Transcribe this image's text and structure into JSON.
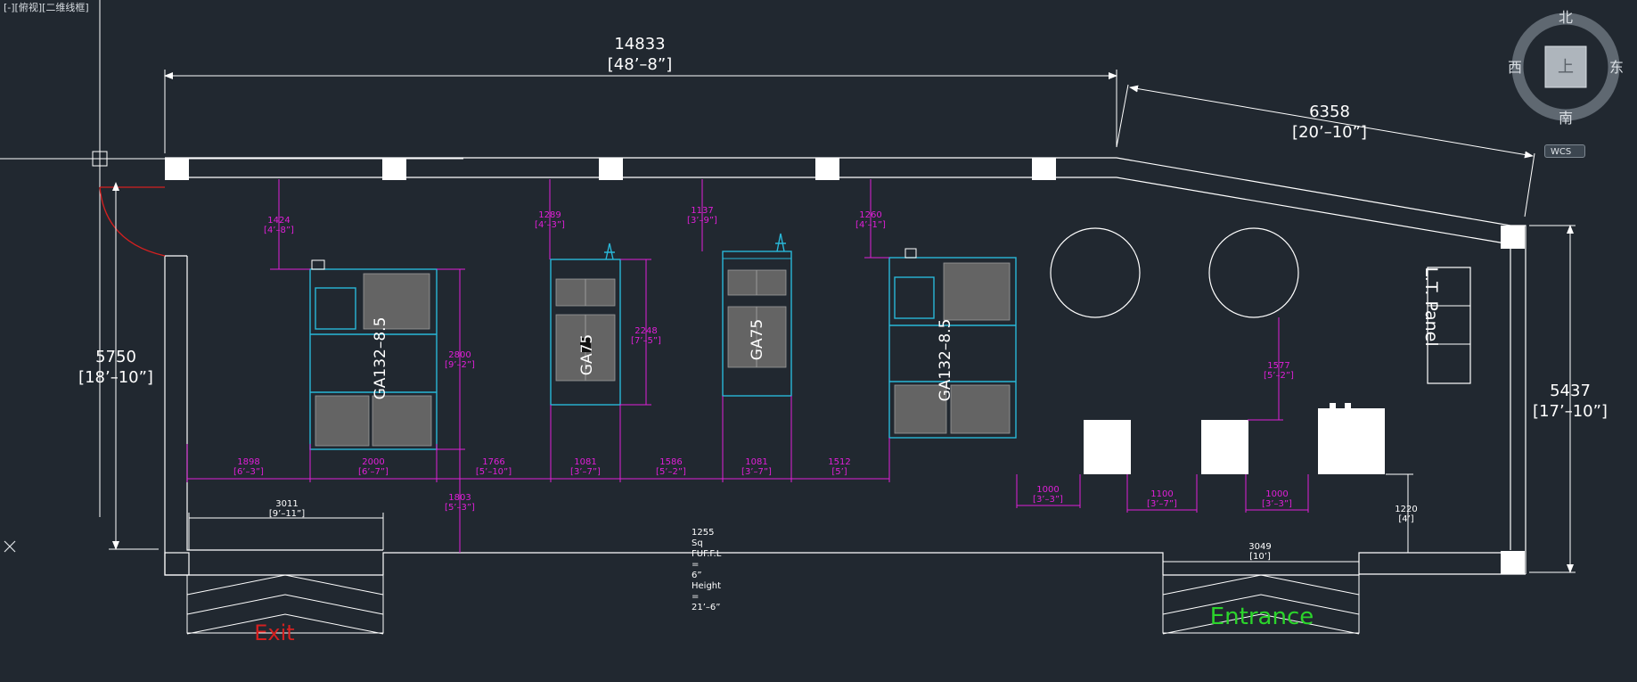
{
  "viewport": {
    "label": "[-][俯视][二维线框]"
  },
  "viewcube": {
    "north": "北",
    "south": "南",
    "east": "东",
    "west": "西",
    "face": "上",
    "wcs": "WCS"
  },
  "dimensions": {
    "top_length": {
      "mm": "14833",
      "ft": "[48’–8”]"
    },
    "diagonal": {
      "mm": "6358",
      "ft": "[20’–10”]"
    },
    "left_height": {
      "mm": "5750",
      "ft": "[18’–10”]"
    },
    "right_height": {
      "mm": "5437",
      "ft": "[17’–10”]"
    },
    "clearances_top": [
      {
        "mm": "1424",
        "ft": "[4’–8”]"
      },
      {
        "mm": "1289",
        "ft": "[4’–3”]"
      },
      {
        "mm": "1137",
        "ft": "[3’–9”]"
      },
      {
        "mm": "1260",
        "ft": "[4’–1”]"
      }
    ],
    "row": [
      {
        "mm": "1898",
        "ft": "[6’–3”]"
      },
      {
        "mm": "2000",
        "ft": "[6’–7”]"
      },
      {
        "mm": "1766",
        "ft": "[5’–10”]"
      },
      {
        "mm": "1081",
        "ft": "[3’–7”]"
      },
      {
        "mm": "1586",
        "ft": "[5’–2”]"
      },
      {
        "mm": "1081",
        "ft": "[3’–7”]"
      },
      {
        "mm": "1512",
        "ft": "[5’]"
      }
    ],
    "machine_height_1": {
      "mm": "2800",
      "ft": "[9’–2”]"
    },
    "machine_height_2": {
      "mm": "2248",
      "ft": "[7’–5”]"
    },
    "below_machine": {
      "mm": "1803",
      "ft": "[5’–3”]"
    },
    "exit_width": {
      "mm": "3011",
      "ft": "[9’–11”]"
    },
    "entrance_width": {
      "mm": "3049",
      "ft": "[10’]"
    },
    "tank_spacing": [
      {
        "mm": "1000",
        "ft": "[3’–3”]"
      },
      {
        "mm": "1100",
        "ft": "[3’–7”]"
      },
      {
        "mm": "1000",
        "ft": "[3’–3”]"
      }
    ],
    "receiver_clear": {
      "mm": "1577",
      "ft": "[5’–2”]"
    },
    "wall_gap": {
      "mm": "1220",
      "ft": "[4’]"
    }
  },
  "machines": [
    {
      "label": "GA132–8.5"
    },
    {
      "label": "GA75"
    },
    {
      "label": "GA75"
    },
    {
      "label": "GA132–8.5"
    }
  ],
  "panel": {
    "label": "L.T. Panel"
  },
  "note": [
    "1255",
    "Sq",
    "FUF.F.L",
    "=",
    "6”",
    "Height",
    "=",
    "21’–6”"
  ],
  "labels": {
    "exit": "Exit",
    "entrance": "Entrance"
  },
  "colors": {
    "background": "#212830",
    "lines": "#ffffff",
    "equipment": "#29b7d8",
    "dimensions": "#e01fd8",
    "exit": "#d42020",
    "entrance": "#2bd42b"
  }
}
